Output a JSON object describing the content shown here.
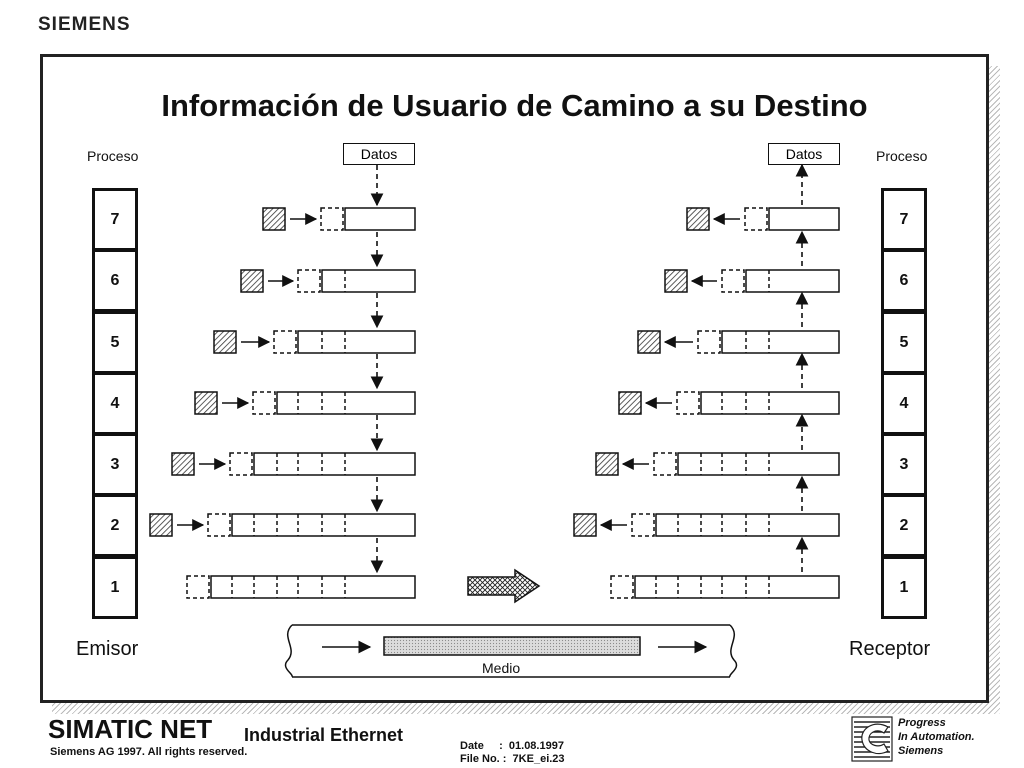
{
  "header": {
    "brand": "SIEMENS"
  },
  "slide": {
    "title": "Información de Usuario de Camino a su Destino",
    "proceso_left": "Proceso",
    "proceso_right": "Proceso",
    "datos_left": "Datos",
    "datos_right": "Datos",
    "emisor": "Emisor",
    "receptor": "Receptor",
    "medio": "Medio",
    "layers_left": [
      "7",
      "6",
      "5",
      "4",
      "3",
      "2",
      "1"
    ],
    "layers_right": [
      "7",
      "6",
      "5",
      "4",
      "3",
      "2",
      "1"
    ]
  },
  "footer": {
    "product": "SIMATIC NET",
    "subtitle": "Industrial Ethernet",
    "copyright": "Siemens AG 1997. All rights reserved.",
    "date_line": "Date     :  01.08.1997",
    "file_line": "File No. :  7KE_ei.23",
    "slogan": [
      "Progress",
      "In Automation.",
      "Siemens"
    ]
  },
  "colors": {
    "frame": "#222222",
    "hatch": "#555555",
    "shadow": "#b9b9b9"
  },
  "icons": [
    "hatched-header-square",
    "dashed-header-box",
    "arrow-right-icon",
    "arrow-left-icon",
    "crosshatch-transfer-arrow",
    "siemens-logo-icon"
  ]
}
